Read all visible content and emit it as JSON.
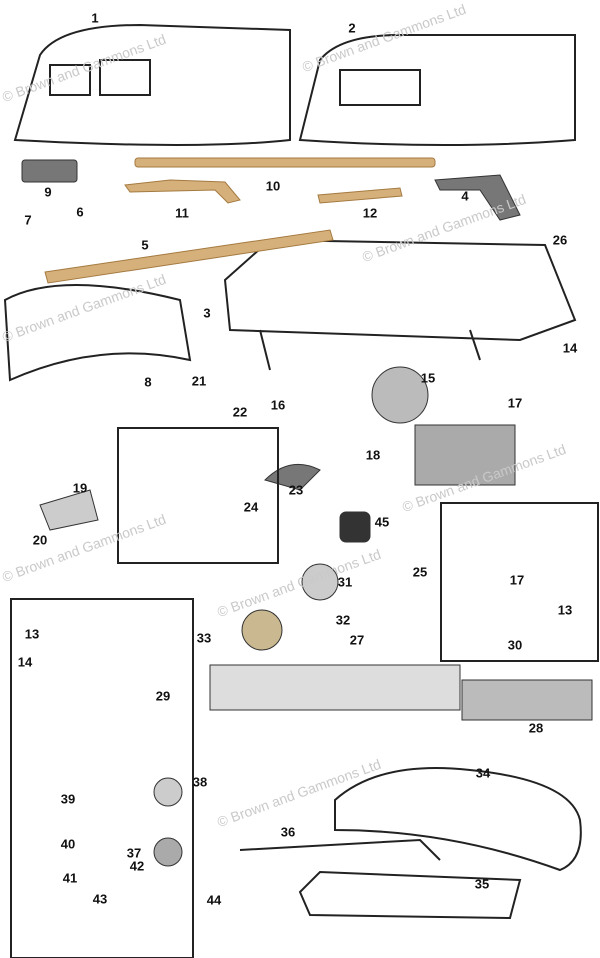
{
  "watermark": "© Brown and Gammons Ltd",
  "labels": [
    "1",
    "2",
    "9",
    "10",
    "11",
    "12",
    "4",
    "7",
    "6",
    "5",
    "26",
    "3",
    "14",
    "8",
    "21",
    "15",
    "16",
    "22",
    "17",
    "18",
    "23",
    "19",
    "24",
    "45",
    "20",
    "31",
    "25",
    "17",
    "13",
    "32",
    "33",
    "30",
    "27",
    "13",
    "14",
    "29",
    "28",
    "34",
    "38",
    "39",
    "36",
    "40",
    "37",
    "41",
    "42",
    "35",
    "44",
    "43"
  ]
}
